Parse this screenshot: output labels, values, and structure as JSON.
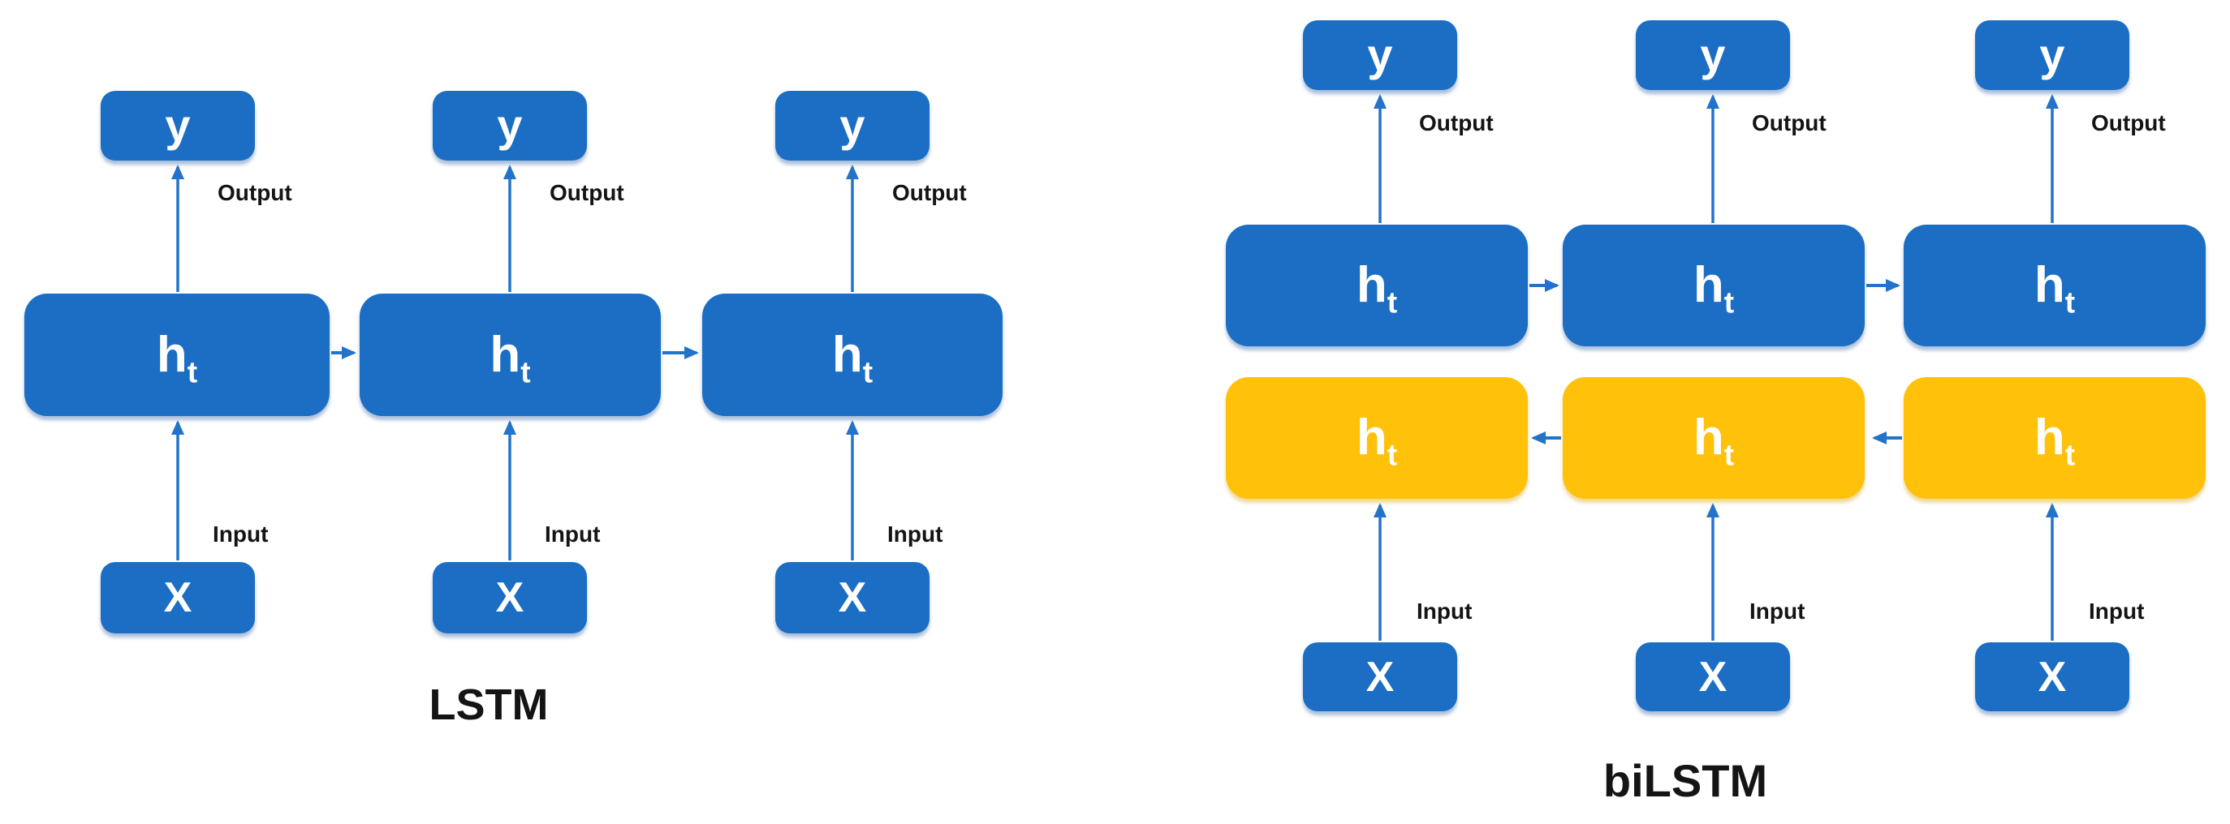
{
  "colors": {
    "box_blue": "#1B6EC3",
    "box_yellow": "#FFC10A",
    "arrow": "#2273C9",
    "label_text": "#141414",
    "box_text": "#FFFFFF",
    "background": "#FFFFFF"
  },
  "lstm": {
    "title": "LSTM",
    "columns": [
      {
        "output_box": "y",
        "hidden_box": {
          "main": "h",
          "sub": "t"
        },
        "input_box": "X",
        "output_label": "Output",
        "input_label": "Input"
      },
      {
        "output_box": "y",
        "hidden_box": {
          "main": "h",
          "sub": "t"
        },
        "input_box": "X",
        "output_label": "Output",
        "input_label": "Input"
      },
      {
        "output_box": "y",
        "hidden_box": {
          "main": "h",
          "sub": "t"
        },
        "input_box": "X",
        "output_label": "Output",
        "input_label": "Input"
      }
    ]
  },
  "bilstm": {
    "title": "biLSTM",
    "columns": [
      {
        "output_box": "y",
        "forward_box": {
          "main": "h",
          "sub": "t"
        },
        "backward_box": {
          "main": "h",
          "sub": "t"
        },
        "input_box": "X",
        "output_label": "Output",
        "input_label": "Input"
      },
      {
        "output_box": "y",
        "forward_box": {
          "main": "h",
          "sub": "t"
        },
        "backward_box": {
          "main": "h",
          "sub": "t"
        },
        "input_box": "X",
        "output_label": "Output",
        "input_label": "Input"
      },
      {
        "output_box": "y",
        "forward_box": {
          "main": "h",
          "sub": "t"
        },
        "backward_box": {
          "main": "h",
          "sub": "t"
        },
        "input_box": "X",
        "output_label": "Output",
        "input_label": "Input"
      }
    ]
  }
}
